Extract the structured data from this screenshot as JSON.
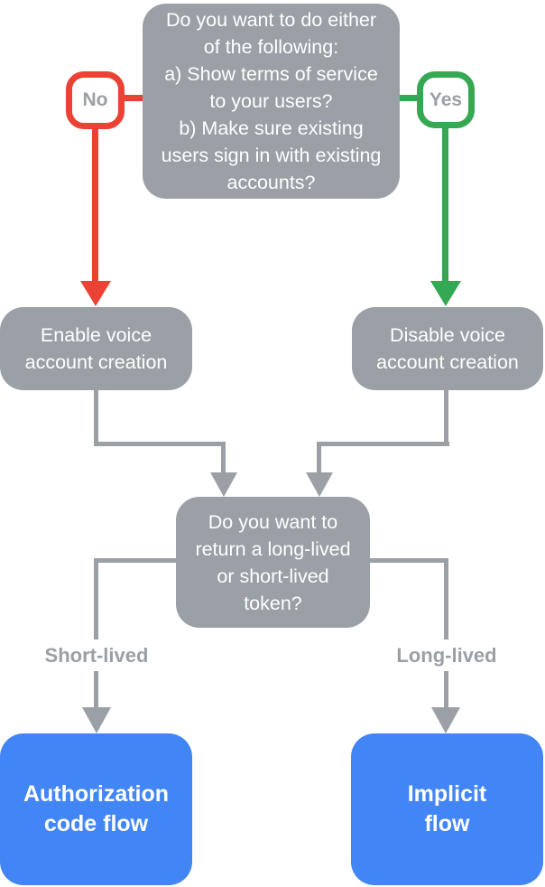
{
  "colors": {
    "node-gray": "#9AA0A6",
    "red": "#EA4335",
    "green": "#34A853",
    "blue": "#4285F4",
    "label-gray": "#9AA0A6",
    "white": "#FFFFFF"
  },
  "nodes": {
    "question1": "Do you want to do either\nof the following:\na) Show terms of service\nto your users?\nb) Make sure existing\nusers sign in with existing\naccounts?",
    "no_label": "No",
    "yes_label": "Yes",
    "enable": "Enable voice\naccount creation",
    "disable": "Disable voice\naccount creation",
    "question2": "Do you want to\nreturn a long-lived\nor short-lived\ntoken?",
    "short_lived": "Short-lived",
    "long_lived": "Long-lived",
    "authorization": "Authorization\ncode flow",
    "implicit": "Implicit\nflow"
  }
}
